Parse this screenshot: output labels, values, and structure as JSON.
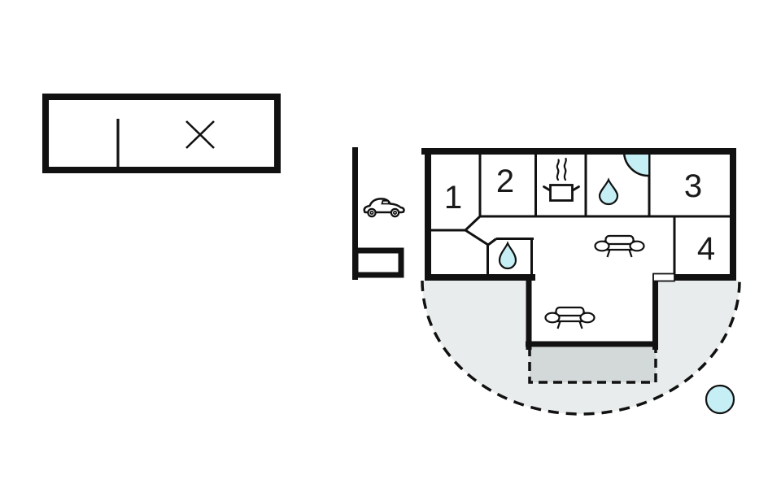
{
  "plan_title": "holiday-home-floor-plan",
  "colors": {
    "wall": "#111111",
    "water": "#c5eef5",
    "garden": "#e9ecec",
    "terrace": "#d3d8d8",
    "paper": "#ffffff",
    "label": "#1a1a1a"
  },
  "rooms": [
    {
      "label": "1"
    },
    {
      "label": "2"
    },
    {
      "label": "3"
    },
    {
      "label": "4"
    }
  ],
  "icons": {
    "kitchen": "steam-pot-icon",
    "bathroom": "water-drop-icon",
    "toilet": "water-drop-icon",
    "shower": "quarter-circle-shower-icon",
    "living_room": "sofa-icon",
    "terrace_lounge": "sofa-icon",
    "carport": "car-icon",
    "garage_window": "cross-window-icon",
    "pond": "pond-circle-icon"
  }
}
